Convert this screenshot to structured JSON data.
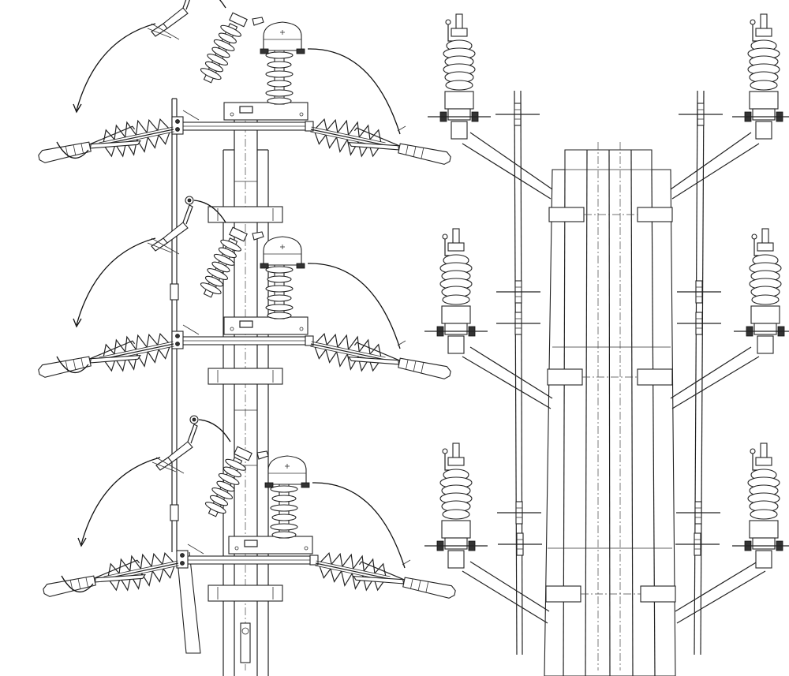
{
  "figure": {
    "panels": [
      {
        "id": "side-elevation",
        "view": "side",
        "phases": 3
      },
      {
        "id": "top-view",
        "view": "plan",
        "units_per_side": 3
      }
    ],
    "components": [
      "pole",
      "crossarm",
      "strain-insulator",
      "surge-arrester",
      "cutout-switch",
      "fuse-holder",
      "jumper-wire",
      "brace"
    ]
  }
}
